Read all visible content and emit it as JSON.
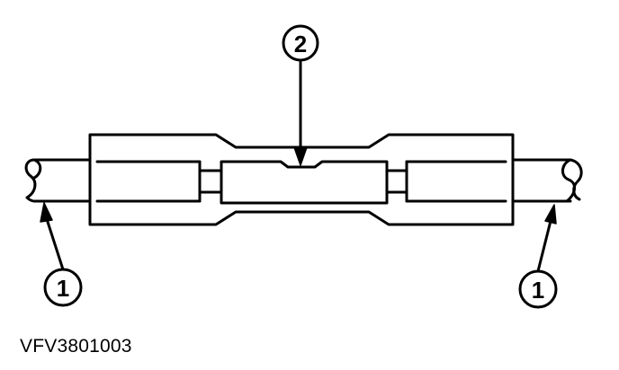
{
  "diagram": {
    "callouts": [
      {
        "id": "left-wire",
        "label": "1"
      },
      {
        "id": "splice-crimp",
        "label": "2"
      },
      {
        "id": "right-wire",
        "label": "1"
      }
    ],
    "figure_code": "VFV3801003",
    "colors": {
      "ink": "#000000",
      "background": "#ffffff"
    }
  }
}
